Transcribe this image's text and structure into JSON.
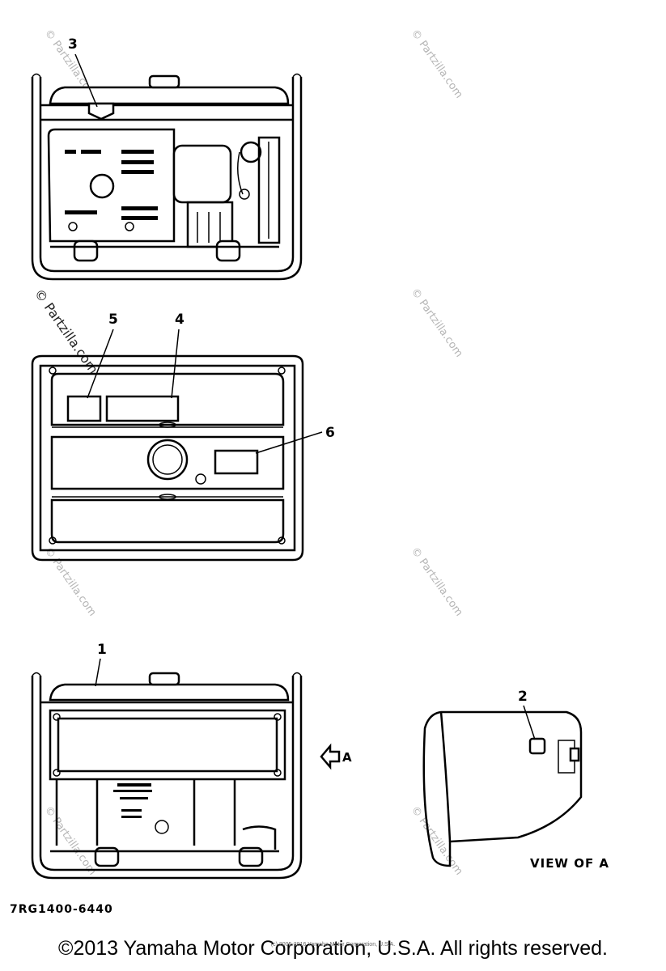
{
  "callouts": {
    "c1": "1",
    "c2": "2",
    "c3": "3",
    "c4": "4",
    "c5": "5",
    "c6": "6"
  },
  "arrow_label": "A",
  "view_label": "VIEW OF A",
  "drawing_number": "7RG1400-6440",
  "watermark_text": "© Partzilla.com",
  "footer": {
    "copyright": "©2013 Yamaha Motor Corporation, U.S.A. All rights reserved.",
    "small_credit": "(c) 2005-2016 Yamaha Motor Corporation, U.S.A."
  }
}
